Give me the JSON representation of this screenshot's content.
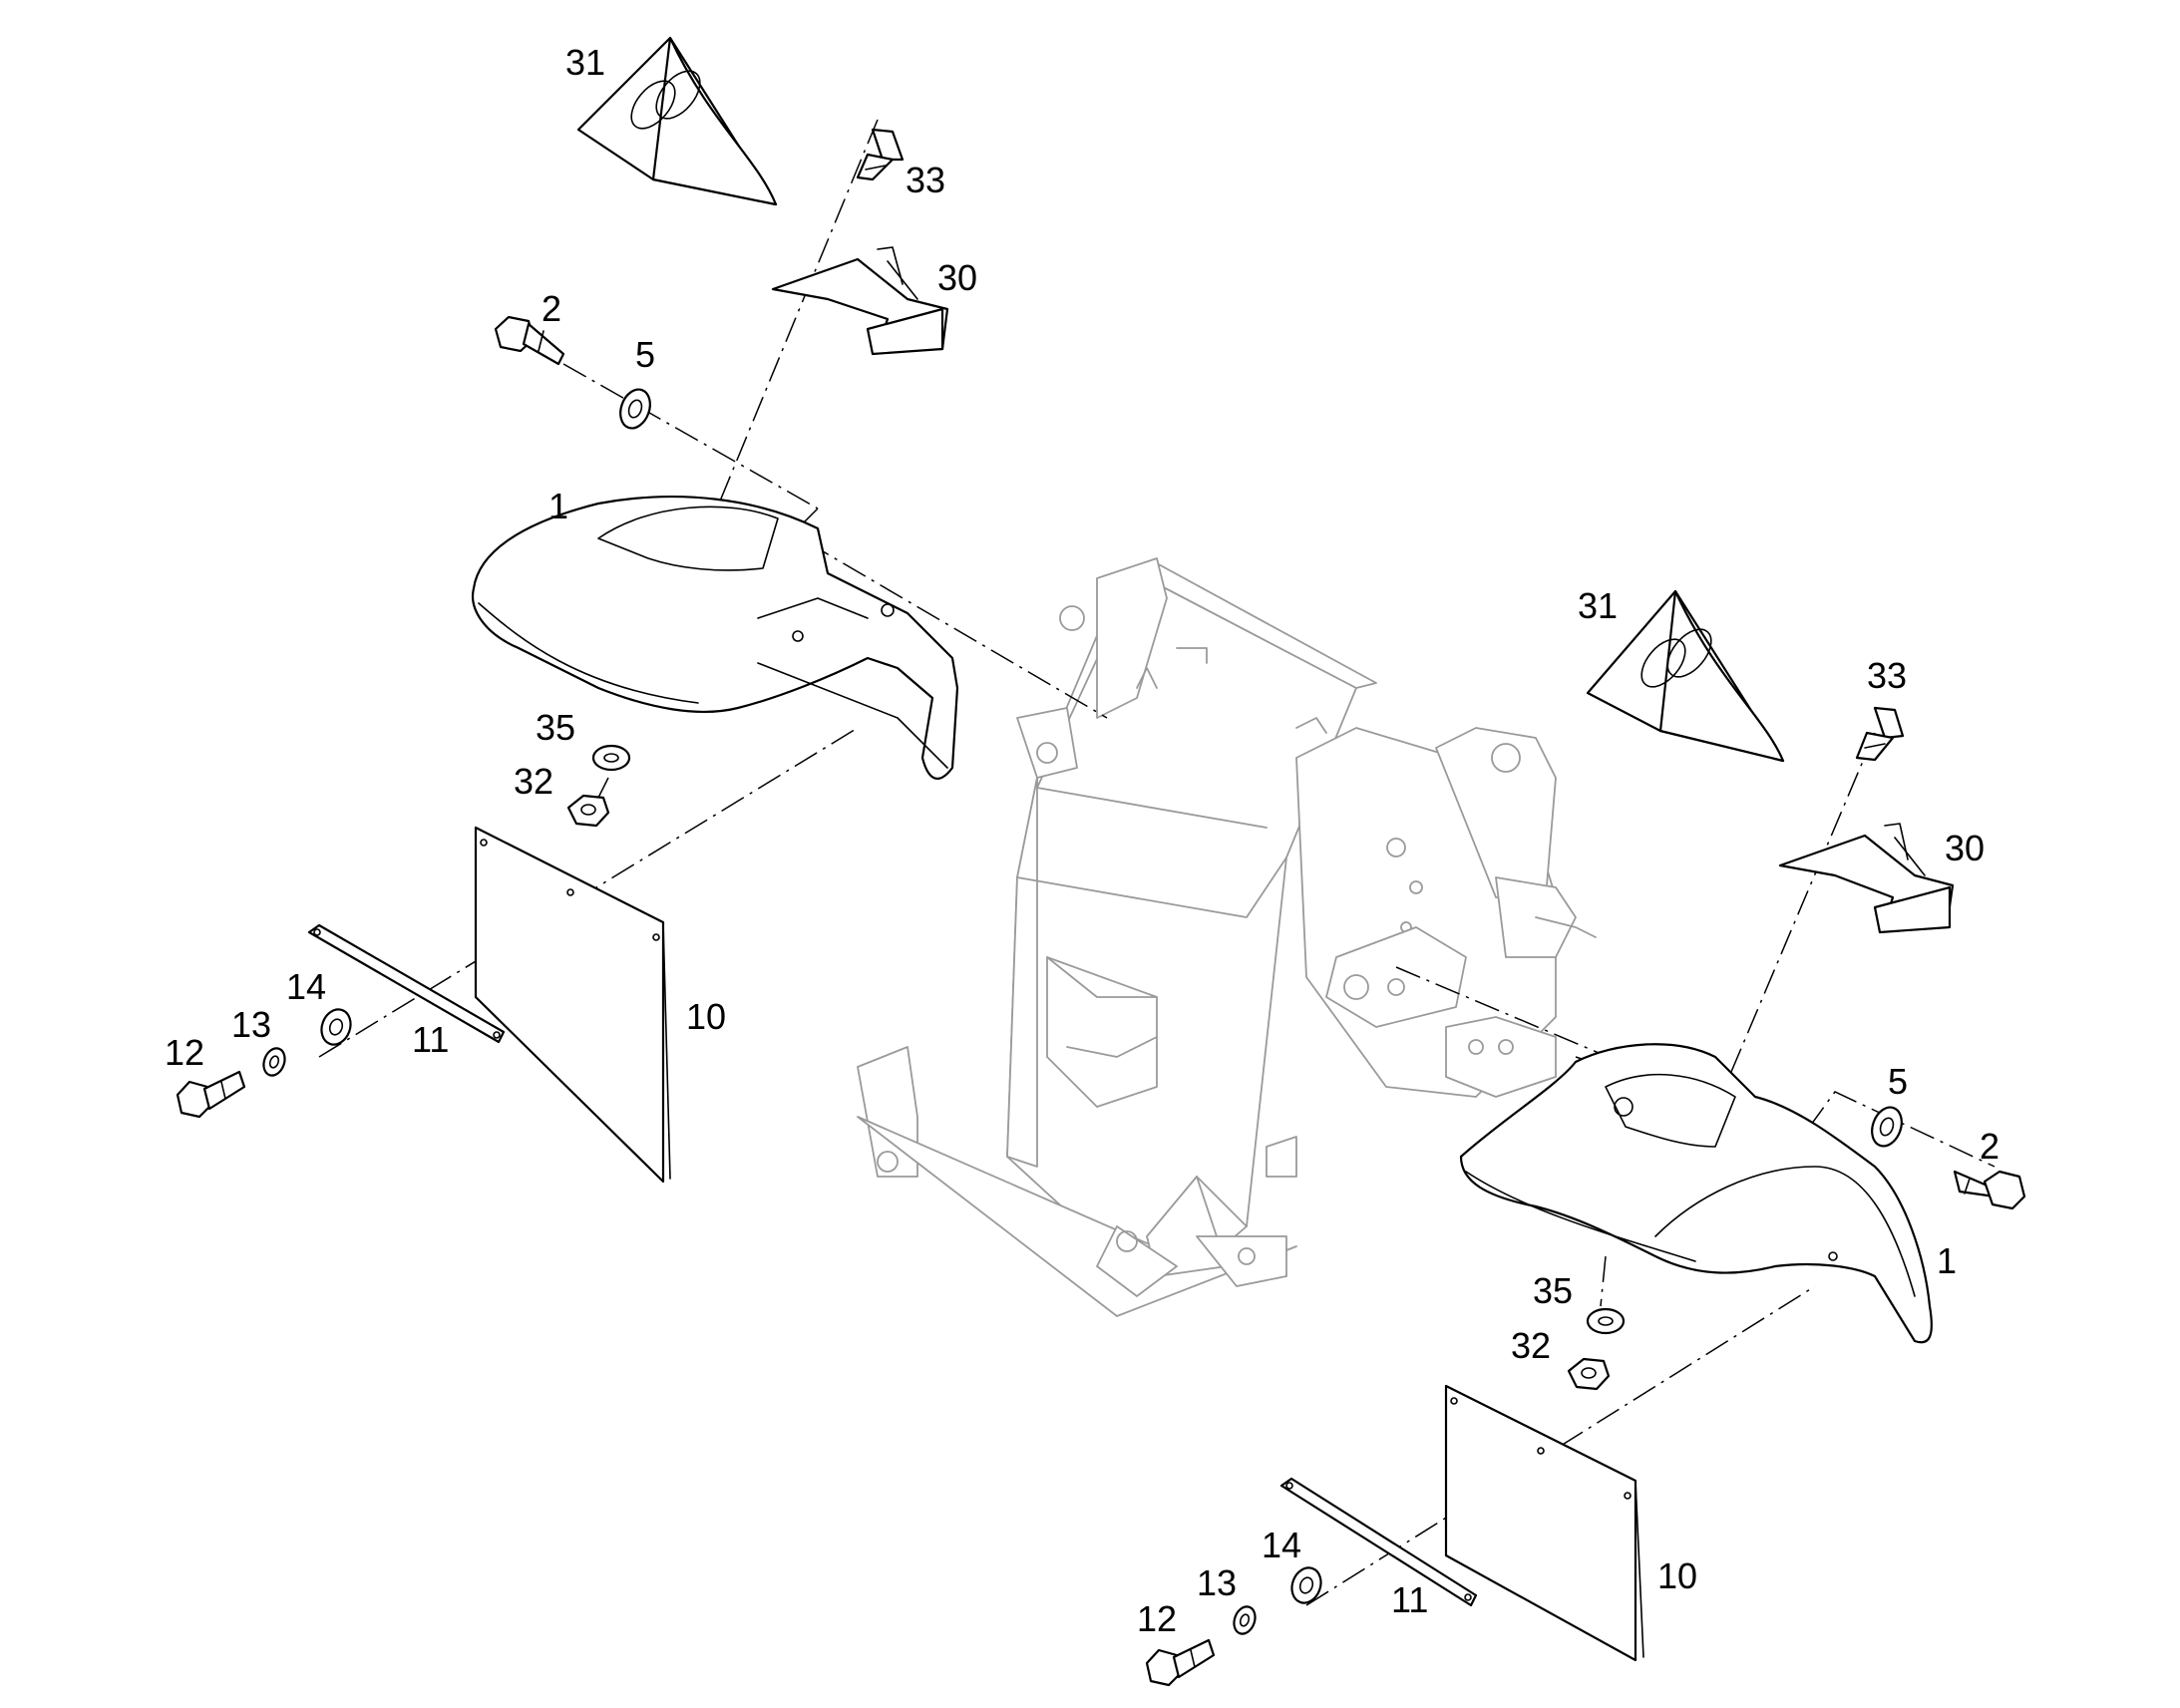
{
  "callouts": [
    {
      "text": "31"
    },
    {
      "text": "33"
    },
    {
      "text": "30"
    },
    {
      "text": "2"
    },
    {
      "text": "5"
    },
    {
      "text": "1"
    },
    {
      "text": "35"
    },
    {
      "text": "32"
    },
    {
      "text": "10"
    },
    {
      "text": "14"
    },
    {
      "text": "13"
    },
    {
      "text": "12"
    },
    {
      "text": "11"
    },
    {
      "text": "31"
    },
    {
      "text": "33"
    },
    {
      "text": "30"
    },
    {
      "text": "5"
    },
    {
      "text": "2"
    },
    {
      "text": "1"
    },
    {
      "text": "35"
    },
    {
      "text": "32"
    },
    {
      "text": "10"
    },
    {
      "text": "14"
    },
    {
      "text": "13"
    },
    {
      "text": "12"
    },
    {
      "text": "11"
    }
  ]
}
